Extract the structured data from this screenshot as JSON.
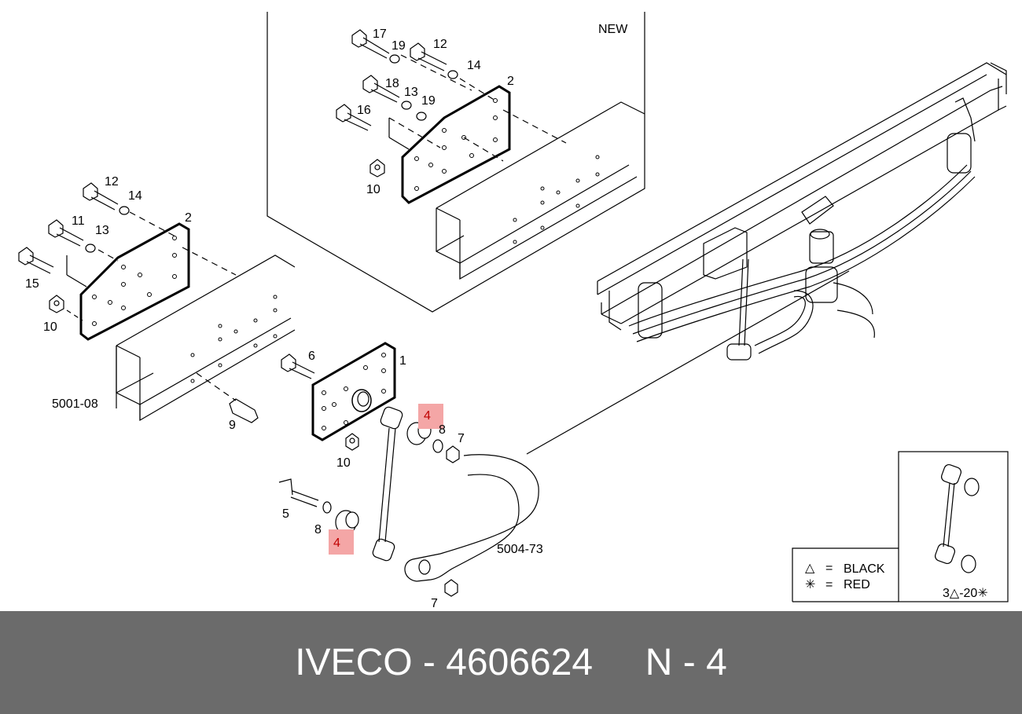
{
  "labels": {
    "new": "NEW",
    "ref_left": "5001-08",
    "ref_bar": "5004-73",
    "callouts": {
      "c17": "17",
      "c19a": "19",
      "c12a": "12",
      "c14a": "14",
      "c2a": "2",
      "c18": "18",
      "c13a": "13",
      "c19b": "19",
      "c16": "16",
      "c10a": "10",
      "c12b": "12",
      "c14b": "14",
      "c2b": "2",
      "c11": "11",
      "c13b": "13",
      "c15": "15",
      "c10b": "10",
      "c6": "6",
      "c1": "1",
      "c9": "9",
      "c10c": "10",
      "c4a": "4",
      "c8a": "8",
      "c7a": "7",
      "c5": "5",
      "c8b": "8",
      "c4b": "4",
      "c7b": "7"
    }
  },
  "legend": {
    "black_symbol": "△",
    "black_eq": "=",
    "black_label": "BLACK",
    "red_symbol": "✳",
    "red_eq": "=",
    "red_label": "RED",
    "kit_code": "3△-20✳"
  },
  "footer": {
    "text": "IVECO - 4606624     N - 4"
  },
  "colors": {
    "highlight": "#f4a6a6",
    "footer_bg": "#6b6b6b",
    "line": "#000000"
  }
}
